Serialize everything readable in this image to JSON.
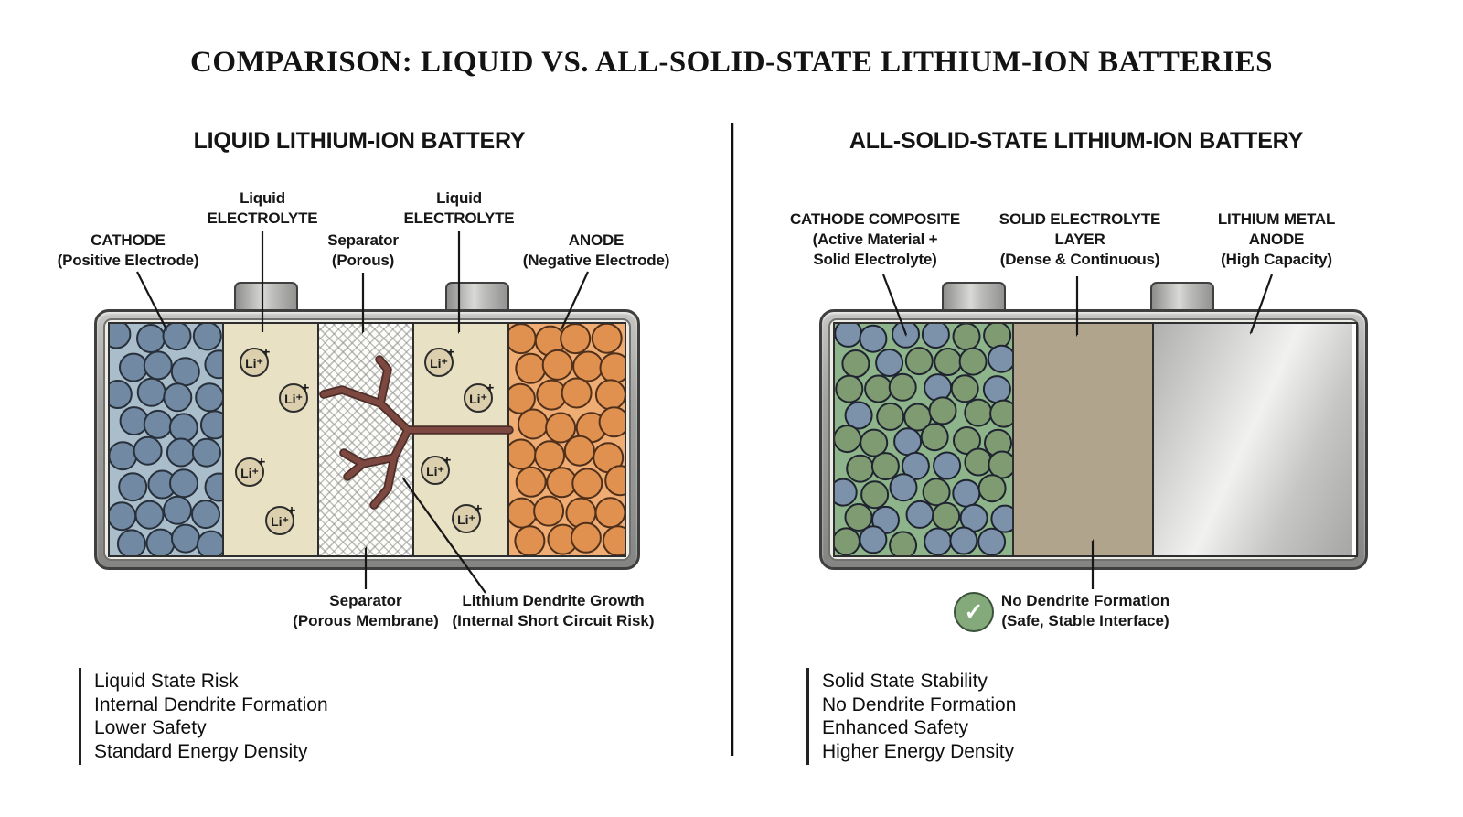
{
  "title": "COMPARISON: LIQUID VS. ALL-SOLID-STATE LITHIUM-ION BATTERIES",
  "left_panel": {
    "header": "LIQUID LITHIUM-ION BATTERY",
    "labels": {
      "cathode": {
        "line1": "CATHODE",
        "line2": "(Positive Electrode)"
      },
      "electrolyte_left": {
        "line1": "Liquid",
        "line2": "ELECTROLYTE"
      },
      "separator": {
        "line1": "Separator",
        "line2": "(Porous)"
      },
      "electrolyte_right": {
        "line1": "Liquid",
        "line2": "ELECTROLYTE"
      },
      "anode": {
        "line1": "ANODE",
        "line2": "(Negative Electrode)"
      }
    },
    "ion": {
      "text": "Li⁺",
      "plus": "+"
    },
    "bottom_labels": {
      "separator": {
        "line1": "Separator",
        "line2": "(Porous Membrane)"
      },
      "dendrite": {
        "line1": "Lithium Dendrite Growth",
        "line2": "(Internal Short Circuit Risk)"
      }
    },
    "features": [
      "Liquid State Risk",
      "Internal Dendrite Formation",
      "Lower Safety",
      "Standard Energy Density"
    ]
  },
  "right_panel": {
    "header": "ALL-SOLID-STATE LITHIUM-ION BATTERY",
    "labels": {
      "cathode_composite": {
        "line1": "CATHODE COMPOSITE",
        "line2": "(Active Material +",
        "line3": "Solid Electrolyte)"
      },
      "solid_electrolyte": {
        "line1": "SOLID ELECTROLYTE",
        "line2": "LAYER",
        "line3": "(Dense & Continuous)"
      },
      "lithium_anode": {
        "line1": "LITHIUM METAL",
        "line2": "ANODE",
        "line3": "(High Capacity)"
      }
    },
    "bottom_label": {
      "line1": "No Dendrite Formation",
      "line2": "(Safe, Stable Interface)"
    },
    "check_icon": "✓",
    "features": [
      "Solid State Stability",
      "No Dendrite Formation",
      "Enhanced Safety",
      "Higher Energy Density"
    ]
  },
  "colors": {
    "cathode_bg": "#aabdca",
    "cathode_particle": "#7189a2",
    "electrolyte_bg": "#e9e1c3",
    "anode_bg": "#efac73",
    "anode_particle": "#e0914f",
    "composite_bg": "#8db48a",
    "composite_particle_blue": "#7b92aa",
    "composite_particle_green": "#7f9b71",
    "solid_electrolyte_bg": "#b0a48d",
    "ion_fill": "#dccfae",
    "dendrite": "#7d4840",
    "check_green": "#84aa7c"
  }
}
